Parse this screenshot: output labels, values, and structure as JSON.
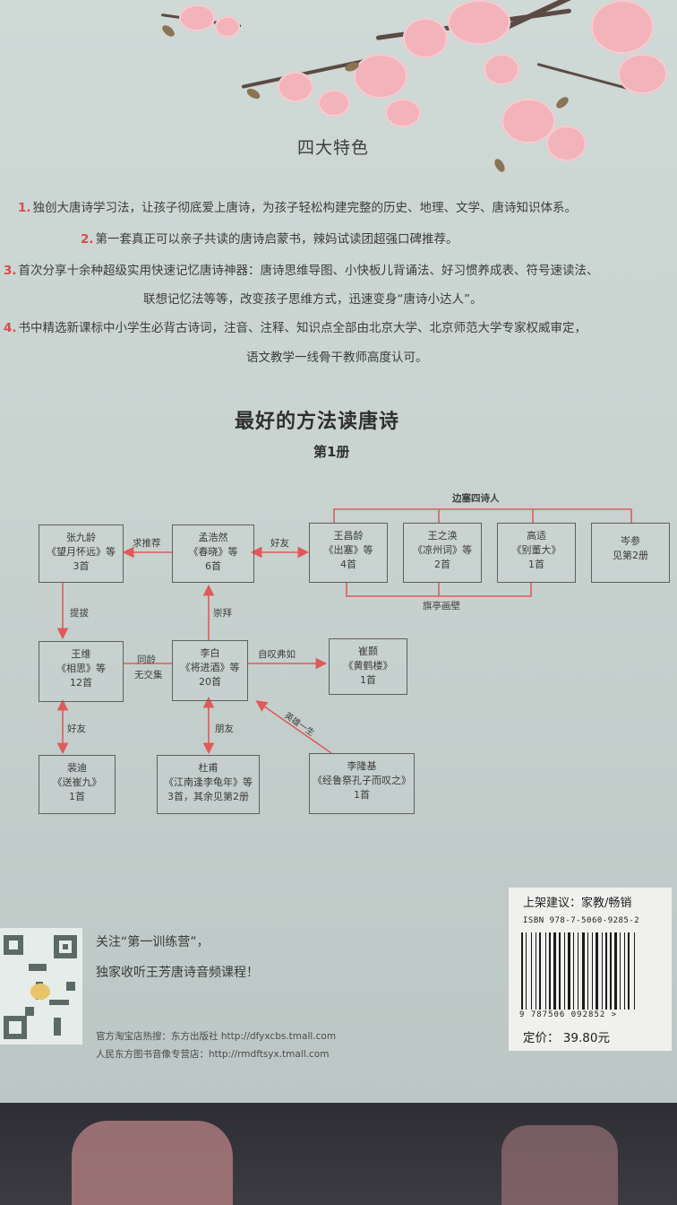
{
  "features": {
    "heading": "四大特色",
    "items": [
      {
        "num": "1.",
        "text": "独创大唐诗学习法，让孩子彻底爱上唐诗，为孩子轻松构建完整的历史、地理、文学、唐诗知识体系。"
      },
      {
        "num": "2.",
        "text": "第一套真正可以亲子共读的唐诗启蒙书，辣妈试读团超强口碑推荐。"
      },
      {
        "num": "3.",
        "text": "首次分享十余种超级实用快速记忆唐诗神器：唐诗思维导图、小快板儿背诵法、好习惯养成表、符号速读法、",
        "text2": "联想记忆法等等，改变孩子思维方式，迅速变身“唐诗小达人”。"
      },
      {
        "num": "4.",
        "text": "书中精选新课标中小学生必背古诗词，注音、注释、知识点全部由北京大学、北京师范大学专家权威审定，",
        "text2": "语文教学一线骨干教师高度认可。"
      }
    ]
  },
  "diagram": {
    "title": "最好的方法读唐诗",
    "volume": "第1册",
    "group_top": "边塞四诗人",
    "group_bottom": "旗亭画壁",
    "nodes": {
      "zhangjiuling": [
        "张九龄",
        "《望月怀远》等",
        "3首"
      ],
      "menghaoran": [
        "孟浩然",
        "《春晓》等",
        "6首"
      ],
      "wangchangling": [
        "王昌龄",
        "《出塞》等",
        "4首"
      ],
      "wangzhihuan": [
        "王之涣",
        "《凉州词》等",
        "2首"
      ],
      "gaoshi": [
        "高适",
        "《别董大》",
        "1首"
      ],
      "censhen": [
        "岑参",
        "见第2册"
      ],
      "wangwei": [
        "王维",
        "《相思》等",
        "12首"
      ],
      "libai": [
        "李白",
        "《将进酒》等",
        "20首"
      ],
      "cuihao": [
        "崔颢",
        "《黄鹤楼》",
        "1首"
      ],
      "peidi": [
        "裴迪",
        "《送崔九》",
        "1首"
      ],
      "dufu": [
        "杜甫",
        "《江南逢李龟年》等",
        "3首，其余见第2册"
      ],
      "lilongji": [
        "李隆基",
        "《经鲁祭孔子而叹之》",
        "1首"
      ]
    },
    "edges": {
      "qiu_tuijian": "求推荐",
      "haoyou_top": "好友",
      "tiba": "提拔",
      "chongbai": "崇拜",
      "tongling": "同龄",
      "wujiaoji": "无交集",
      "zitanfuru": "自叹弗如",
      "haoyou_left": "好友",
      "pengyou": "朋友",
      "yingxiong": "英雄一生"
    }
  },
  "promo": {
    "line1": "关注“第一训练营”，",
    "line2": "独家收听王芳唐诗音频课程！",
    "shop1": "官方淘宝店热搜：东方出版社  http://dfyxcbs.tmall.com",
    "shop2": "人民东方图书音像专营店：http://rmdftsyx.tmall.com"
  },
  "barcode": {
    "shelf": "上架建议：家教/畅销",
    "isbn": "ISBN 978-7-5060-9285-2",
    "digits": "9 787506 092852 >",
    "price": "定价： 39.80元"
  },
  "colors": {
    "accent": "#d94b4b",
    "diagram_red": "#e05a5a"
  }
}
